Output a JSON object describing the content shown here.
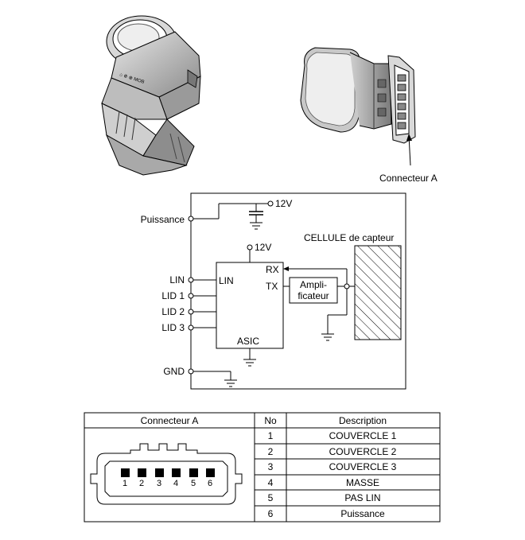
{
  "connector_label": "Connecteur A",
  "schematic": {
    "power_label": "Puissance",
    "voltage_top": "12V",
    "voltage_asic": "12V",
    "lin_pin_label": "LIN",
    "lid1_label": "LID 1",
    "lid2_label": "LID 2",
    "lid3_label": "LID 3",
    "gnd_label": "GND",
    "asic_lin": "LIN",
    "asic_rx": "RX",
    "asic_tx": "TX",
    "asic_name": "ASIC",
    "amp_line1": "Ampli-",
    "amp_line2": "ficateur",
    "cell_label": "CELLULE de capteur"
  },
  "table": {
    "headers": [
      "Connecteur A",
      "No",
      "Description"
    ],
    "rows": [
      {
        "no": "1",
        "desc": "COUVERCLE 1"
      },
      {
        "no": "2",
        "desc": "COUVERCLE 2"
      },
      {
        "no": "3",
        "desc": "COUVERCLE 3"
      },
      {
        "no": "4",
        "desc": "MASSE"
      },
      {
        "no": "5",
        "desc": "PAS LIN"
      },
      {
        "no": "6",
        "desc": "Puissance"
      }
    ],
    "pins": [
      "1",
      "2",
      "3",
      "4",
      "5",
      "6"
    ]
  }
}
